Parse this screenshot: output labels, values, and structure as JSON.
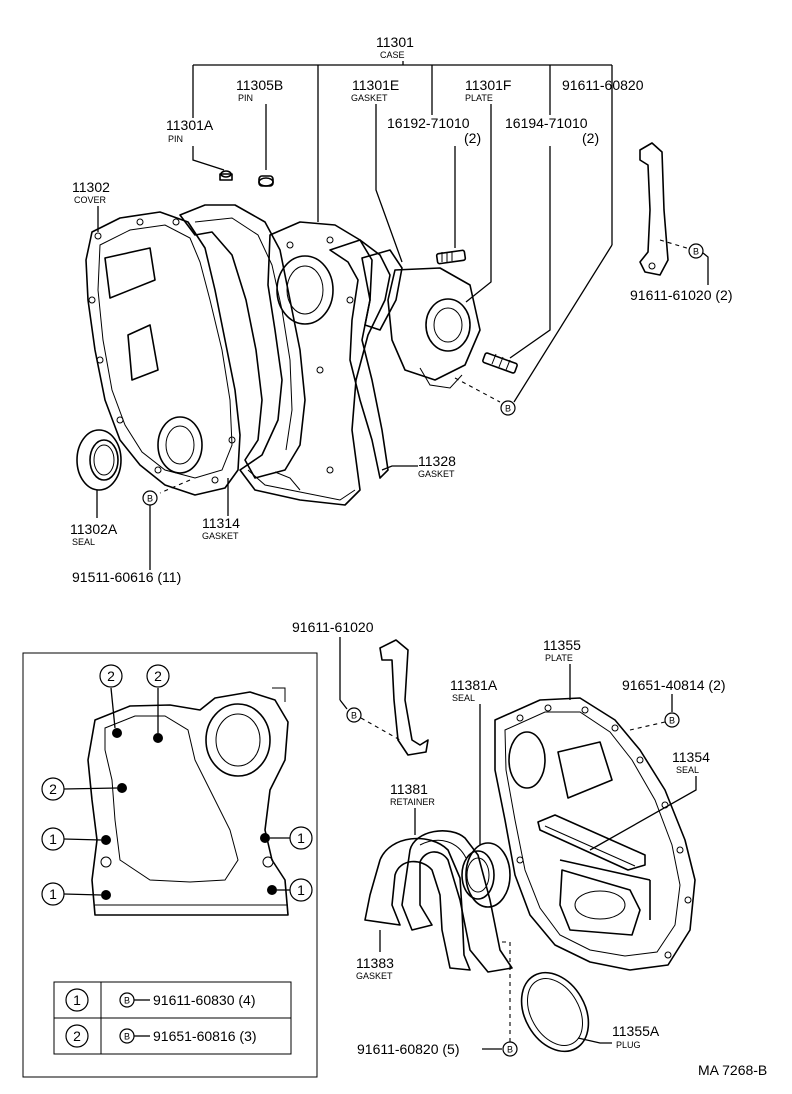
{
  "callouts": {
    "case": {
      "num": "11301",
      "name": "CASE"
    },
    "pin_b": {
      "num": "11305B",
      "name": "PIN"
    },
    "gasket_e": {
      "num": "11301E",
      "name": "GASKET"
    },
    "plate_f": {
      "num": "11301F",
      "name": "PLATE"
    },
    "bolt_820": {
      "num": "91611-60820"
    },
    "stud_192": {
      "num": "16192-71010",
      "qty": "(2)"
    },
    "stud_194": {
      "num": "16194-71010",
      "qty": "(2)"
    },
    "pin_a": {
      "num": "11301A",
      "name": "PIN"
    },
    "cover": {
      "num": "11302",
      "name": "COVER"
    },
    "bolt_1020_top": {
      "num": "91611-61020 (2)"
    },
    "gasket_328": {
      "num": "11328",
      "name": "GASKET"
    },
    "seal_a": {
      "num": "11302A",
      "name": "SEAL"
    },
    "gasket_314": {
      "num": "11314",
      "name": "GASKET"
    },
    "bolt_616": {
      "num": "91511-60616 (11)"
    },
    "bolt_1020_bottom": {
      "num": "91611-61020"
    },
    "plate_355": {
      "num": "11355",
      "name": "PLATE"
    },
    "seal_381a": {
      "num": "11381A",
      "name": "SEAL"
    },
    "bolt_814": {
      "num": "91651-40814 (2)"
    },
    "seal_354": {
      "num": "11354",
      "name": "SEAL"
    },
    "retainer": {
      "num": "11381",
      "name": "RETAINER"
    },
    "gasket_383": {
      "num": "11383",
      "name": "GASKET"
    },
    "bolt_820_5": {
      "num": "91611-60820 (5)"
    },
    "plug": {
      "num": "11355A",
      "name": "PLUG"
    }
  },
  "marker_letter": "B",
  "legend": {
    "rows": [
      {
        "key": "1",
        "part": "91611-60830 (4)"
      },
      {
        "key": "2",
        "part": "91651-60816 (3)"
      }
    ]
  },
  "inset_markers": [
    "2",
    "2",
    "2",
    "1",
    "1",
    "1",
    "1"
  ],
  "figure_id": "MA 7268-B"
}
